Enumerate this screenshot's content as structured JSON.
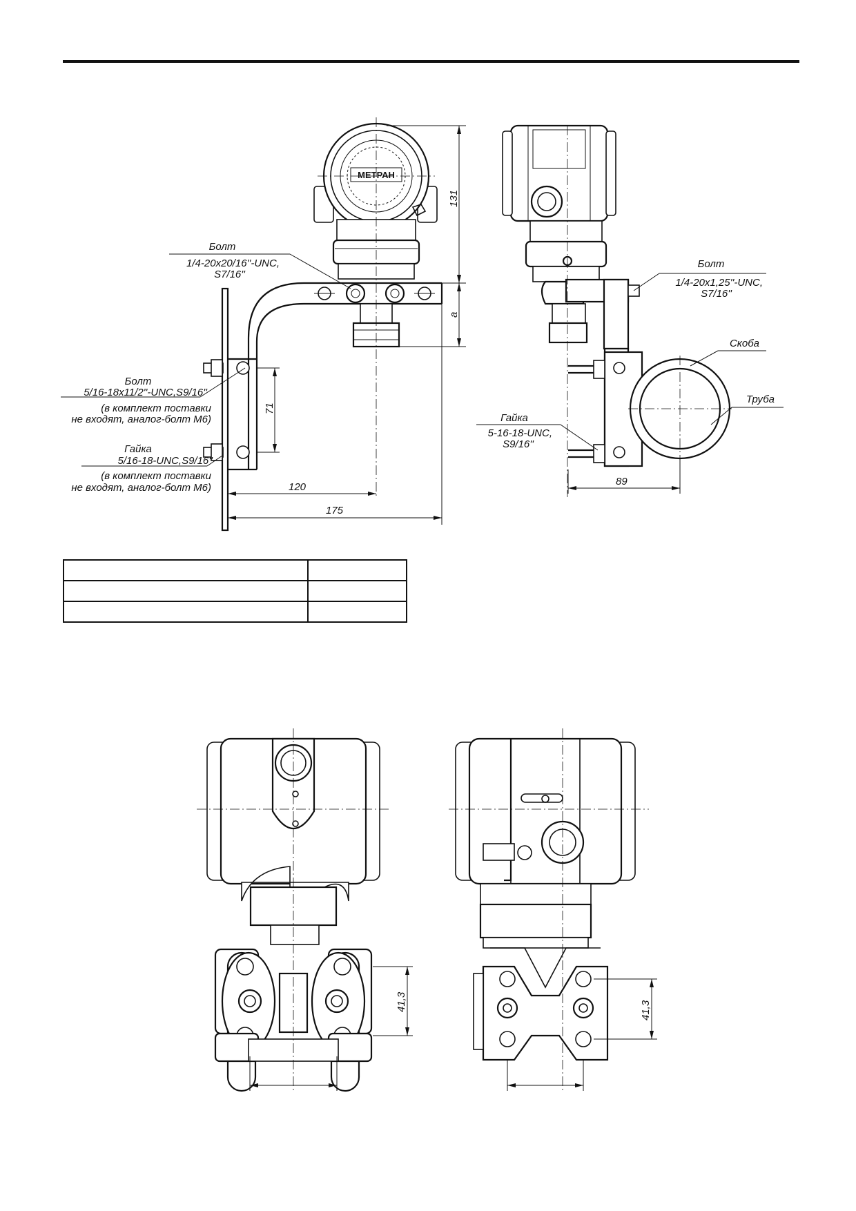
{
  "top_left_view": {
    "brand": "МЕТРАН",
    "bolt_top": {
      "title": "Болт",
      "spec": "1/4-20x20/16''-UNC,",
      "key": "S7/16''"
    },
    "bolt_bottom": {
      "title": "Болт",
      "spec": "5/16-18x11/2''-UNC,S9/16''",
      "note1": "(в комплект поставки",
      "note2": "не входят, аналог-болт М6)"
    },
    "nut": {
      "title": "Гайка",
      "spec": "5/16-18-UNC,S9/16''",
      "note1": "(в комплект поставки",
      "note2": "не входят, аналог-болт М6)"
    },
    "dims": {
      "height": "131",
      "a": "a",
      "spacing": "71",
      "axis_offset": "120",
      "total_width": "175"
    }
  },
  "top_right_view": {
    "bolt": {
      "title": "Болт",
      "spec": "1/4-20x1,25''-UNC,",
      "key": "S7/16''"
    },
    "bracket": "Скоба",
    "pipe": "Труба",
    "nut": {
      "title": "Гайка",
      "spec": "5-16-18-UNC,",
      "key": "S9/16''"
    },
    "dims": {
      "width": "89"
    }
  },
  "table": {
    "rows": [
      [
        "",
        ""
      ],
      [
        "",
        ""
      ],
      [
        "",
        ""
      ]
    ]
  },
  "bottom_views": {
    "left_dim": "41,3",
    "right_dim": "41,3"
  }
}
